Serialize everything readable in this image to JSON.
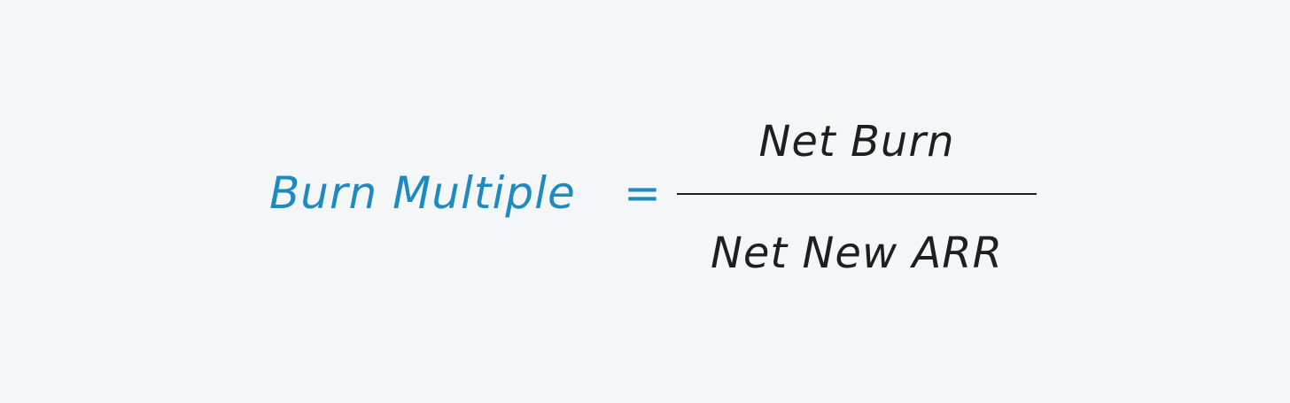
{
  "formula": {
    "lhs": "Burn Multiple",
    "operator": "=",
    "numerator": "Net Burn",
    "denominator": "Net New ARR"
  },
  "colors": {
    "background": "#f5f6f8",
    "lhs_color": "#1f8ac0",
    "fraction_text_color": "#1f1f1f"
  }
}
